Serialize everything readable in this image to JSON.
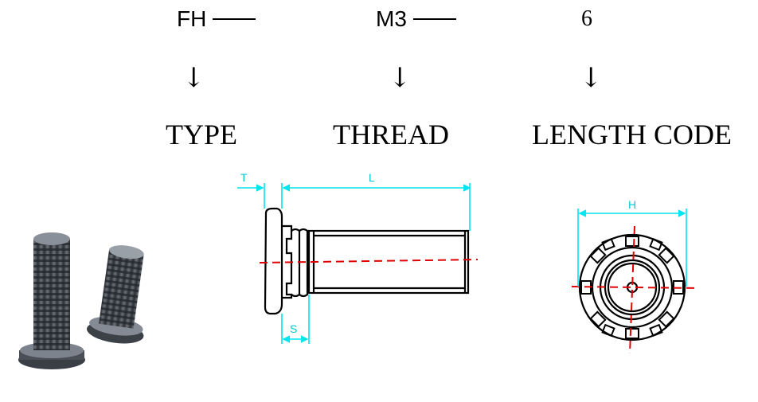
{
  "codes": {
    "type_code": "FH",
    "thread_code": "M3",
    "length_code": "6"
  },
  "labels": {
    "type": "TYPE",
    "thread": "THREAD",
    "length_code": "LENGTH CODE"
  },
  "arrow_glyph": "↓",
  "drawing": {
    "dim_t": "T",
    "dim_l": "L",
    "dim_s": "S",
    "dim_h": "H"
  },
  "colors": {
    "dimension": "#00e5ee",
    "centerline": "#e00000",
    "outline": "#000000",
    "stud_metal": "#5a5f66"
  }
}
